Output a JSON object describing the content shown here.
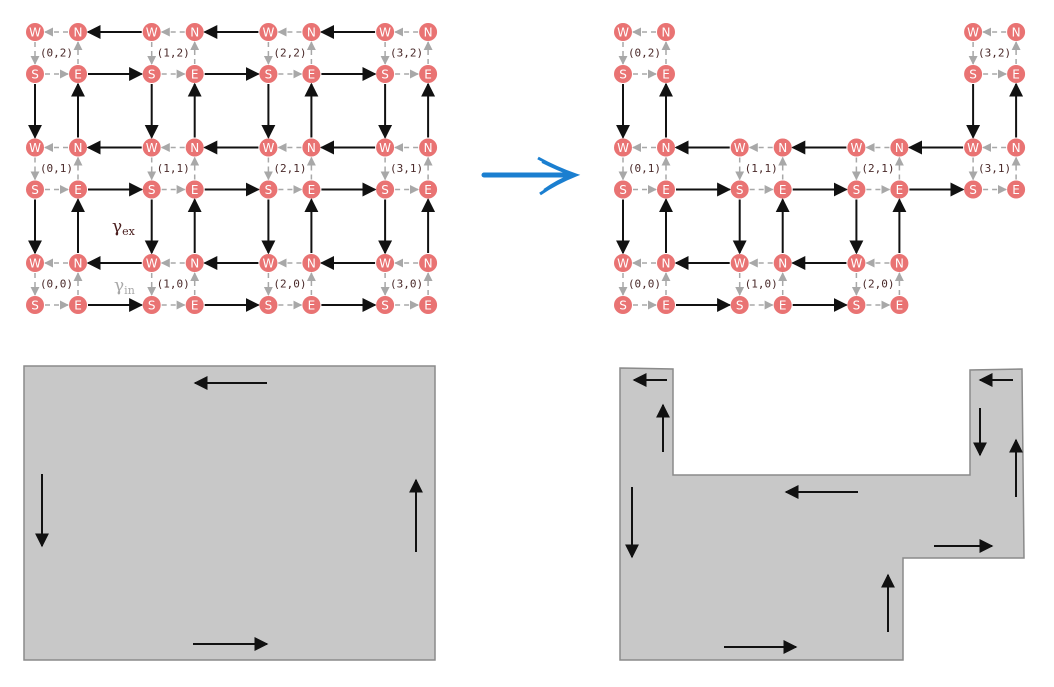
{
  "node_letters": {
    "west": "W",
    "north": "N",
    "south": "S",
    "east": "E"
  },
  "colors": {
    "node": "#e97373",
    "edge": "#111111",
    "inner_edge": "#a8a8a8",
    "transform_arrow": "#1b7fd0",
    "region_fill": "#c8c8c8",
    "region_stroke": "#8a8a8a",
    "gamma_ex": "#4a1e1e",
    "gamma_in": "#a8a8a8"
  },
  "labels": {
    "gamma_ex": "γ",
    "gamma_ex_sub": "ex",
    "gamma_in": "γ",
    "gamma_in_sub": "in"
  },
  "left_grid": {
    "cells": [
      [
        0,
        0
      ],
      [
        1,
        0
      ],
      [
        2,
        0
      ],
      [
        3,
        0
      ],
      [
        0,
        1
      ],
      [
        1,
        1
      ],
      [
        2,
        1
      ],
      [
        3,
        1
      ],
      [
        0,
        2
      ],
      [
        1,
        2
      ],
      [
        2,
        2
      ],
      [
        3,
        2
      ]
    ],
    "cell_labels": [
      "(0,0)",
      "(1,0)",
      "(2,0)",
      "(3,0)",
      "(0,1)",
      "(1,1)",
      "(2,1)",
      "(3,1)",
      "(0,2)",
      "(1,2)",
      "(2,2)",
      "(3,2)"
    ]
  },
  "right_grid": {
    "cells": [
      [
        0,
        0
      ],
      [
        1,
        0
      ],
      [
        2,
        0
      ],
      [
        0,
        1
      ],
      [
        1,
        1
      ],
      [
        2,
        1
      ],
      [
        3,
        1
      ],
      [
        0,
        2
      ],
      [
        3,
        2
      ]
    ],
    "cell_labels": [
      "(0,0)",
      "(1,0)",
      "(2,0)",
      "(0,1)",
      "(1,1)",
      "(2,1)",
      "(3,1)",
      "(0,2)",
      "(3,2)"
    ]
  },
  "bottom_left_region": {
    "shape": "rectangle",
    "flow": "counter-clockwise"
  },
  "bottom_right_region": {
    "shape": "grid-union",
    "flow": "counter-clockwise"
  }
}
